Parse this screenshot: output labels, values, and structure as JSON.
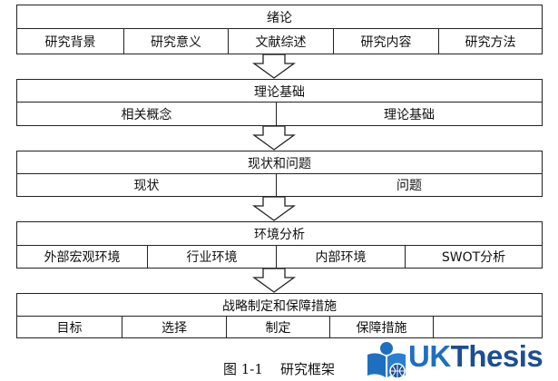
{
  "sections": [
    {
      "title": "绪论",
      "items": [
        "研究背景",
        "研究意义",
        "文献综述",
        "研究内容",
        "研究方法"
      ]
    },
    {
      "title": "理论基础",
      "items": [
        "相关概念",
        "理论基础"
      ]
    },
    {
      "title": "现状和问题",
      "items": [
        "现状",
        "问题"
      ]
    },
    {
      "title": "环境分析",
      "items": [
        "外部宏观环境",
        "行业环境",
        "内部环境",
        "SWOT分析"
      ]
    },
    {
      "title": "战略制定和保障措施",
      "items": [
        "目标",
        "选择",
        "制定",
        "保障措施",
        ""
      ]
    }
  ],
  "caption": "图 1-1    研究框架",
  "logo": {
    "uk": "UK",
    "thesis": "Thesis",
    "colors": {
      "primary": "#1f6fc0",
      "dark": "#1b4e93"
    }
  }
}
